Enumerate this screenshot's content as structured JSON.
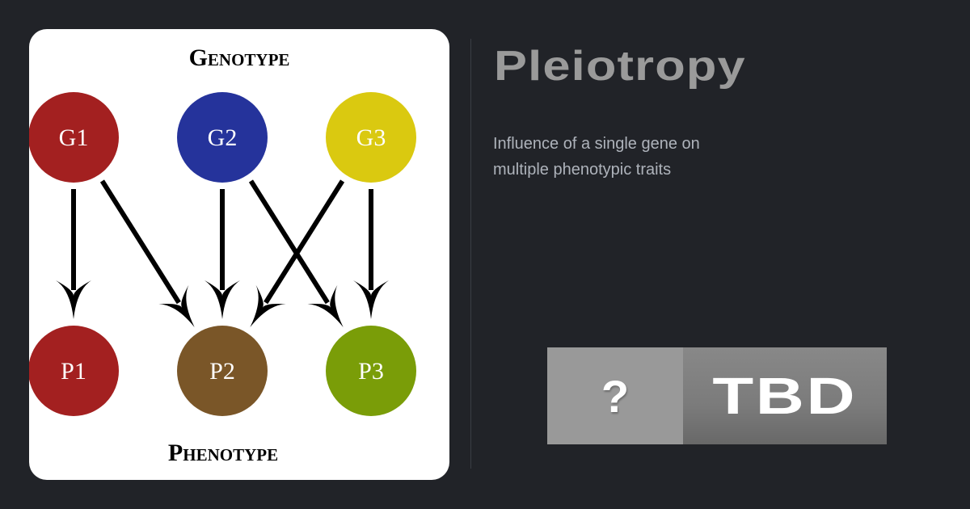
{
  "diagram": {
    "top_label": {
      "first": "G",
      "rest": "ENOTYPE"
    },
    "bottom_label": {
      "first": "P",
      "rest": "HENOTYPE"
    },
    "genes": [
      {
        "label": "G1",
        "color": "#a32020"
      },
      {
        "label": "G2",
        "color": "#25339b"
      },
      {
        "label": "G3",
        "color": "#dac910"
      }
    ],
    "phenotypes": [
      {
        "label": "P1",
        "color": "#a32020"
      },
      {
        "label": "P2",
        "color": "#7a5628"
      },
      {
        "label": "P3",
        "color": "#7a9d08"
      }
    ],
    "edges": [
      [
        "G1",
        "P1"
      ],
      [
        "G1",
        "P2"
      ],
      [
        "G2",
        "P2"
      ],
      [
        "G2",
        "P3"
      ],
      [
        "G3",
        "P2"
      ],
      [
        "G3",
        "P3"
      ]
    ]
  },
  "title": "Pleiotropy",
  "subtitle": "Influence of a single gene on multiple phenotypic traits",
  "badge": {
    "icon_text": "?",
    "label": "TBD"
  }
}
